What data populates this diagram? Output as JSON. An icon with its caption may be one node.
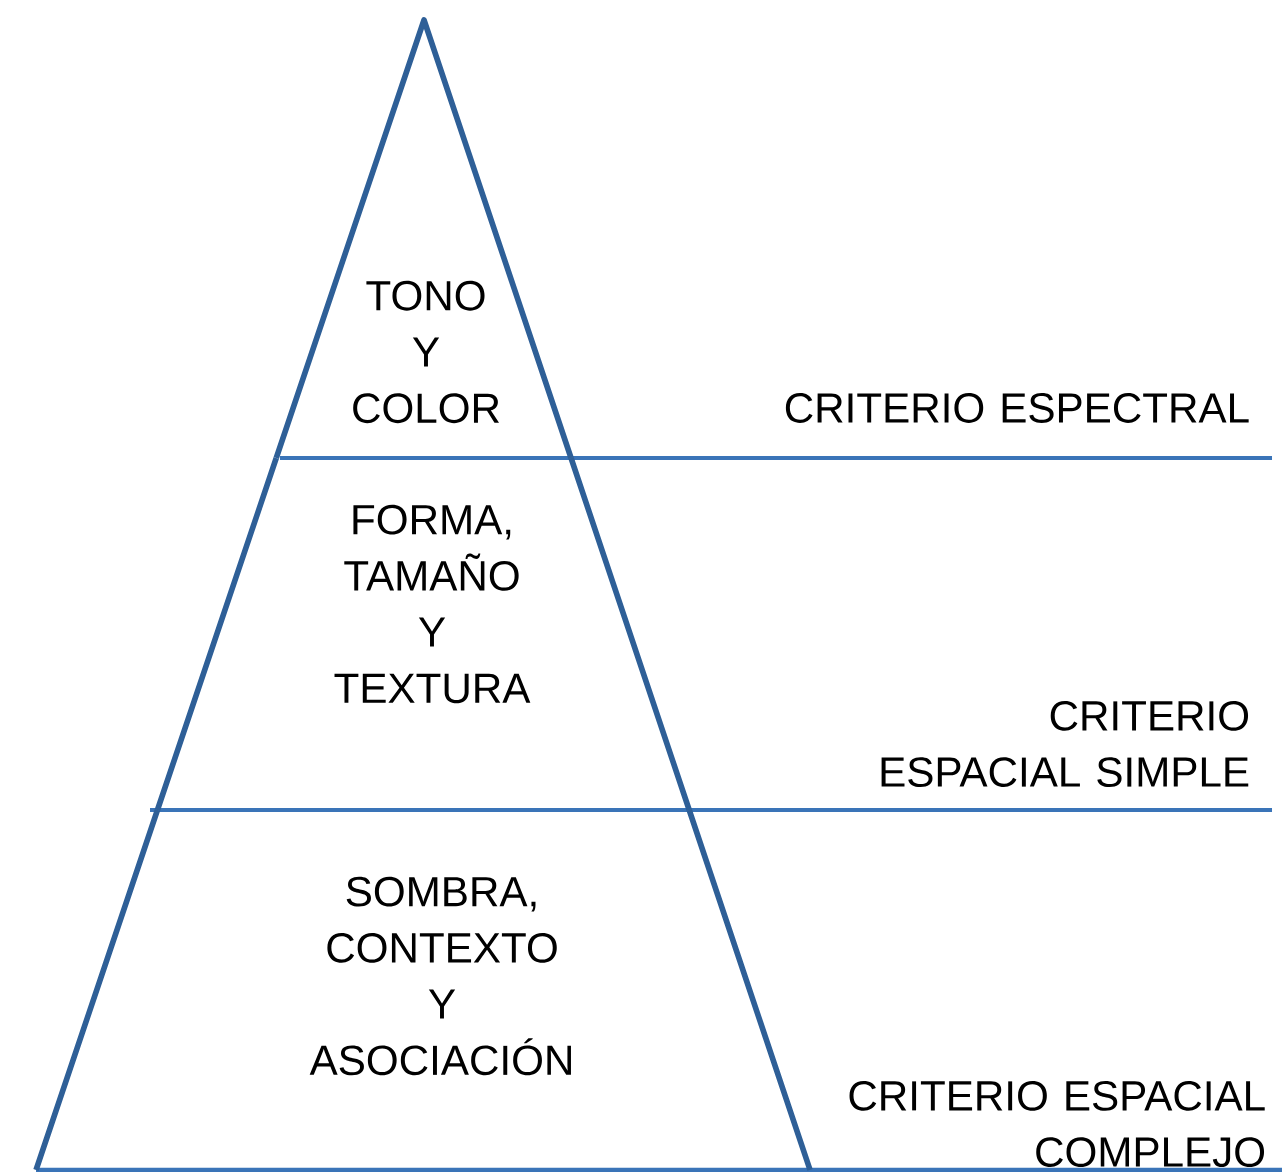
{
  "diagram": {
    "nodes": [
      {
        "text": [
          "TONO Y COLOR"
        ]
      },
      {
        "text": [
          "FORMA, TAMAÑO Y TEXTURA"
        ]
      },
      {
        "text": [
          "SOMBRA, CONTEXTO Y ASOCIACIÓN"
        ]
      }
    ],
    "labels": [
      "CRITERIO ESPECTRAL",
      "CRITERIO ESPACIAL SIMPLE",
      "CRITERIO ESPACIAL COMPLEJO"
    ]
  }
}
